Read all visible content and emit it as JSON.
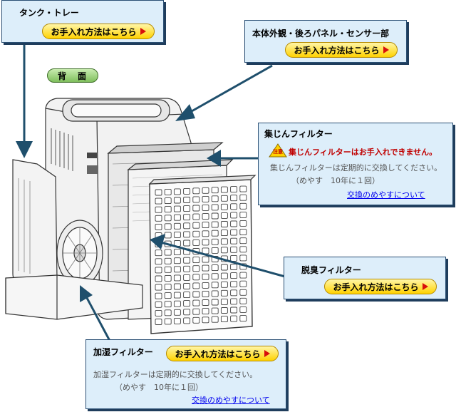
{
  "view_label": "背　面",
  "tank_tray": {
    "title": "タンク・トレー",
    "button_label": "お手入れ方法はこちら"
  },
  "body_panel_sensor": {
    "title": "本体外観・後ろパネル・センサー部",
    "button_label": "お手入れ方法はこちら"
  },
  "dust_filter": {
    "title": "集じんフィルター",
    "caution_label": "注意",
    "warning": "集じんフィルターはお手入れできません。",
    "note": "集じんフィルターは定期的に交換してください。",
    "guide": "（めやす　10年に１回）",
    "link": "交換のめやすについて"
  },
  "deodorizing_filter": {
    "title": "脱臭フィルター",
    "button_label": "お手入れ方法はこちら"
  },
  "humidifying_filter": {
    "title": "加湿フィルター",
    "button_label": "お手入れ方法はこちら",
    "note": "加湿フィルターは定期的に交換してください。",
    "guide": "（めやす　10年に１回）",
    "link": "交換のめやすについて"
  },
  "colors": {
    "callout_bg": "#ddeefa",
    "arrow": "#1f4f6c",
    "button": "#ffd200",
    "warning_text": "#c00000",
    "link": "#0000ee",
    "badge": "#7fbf5c"
  }
}
